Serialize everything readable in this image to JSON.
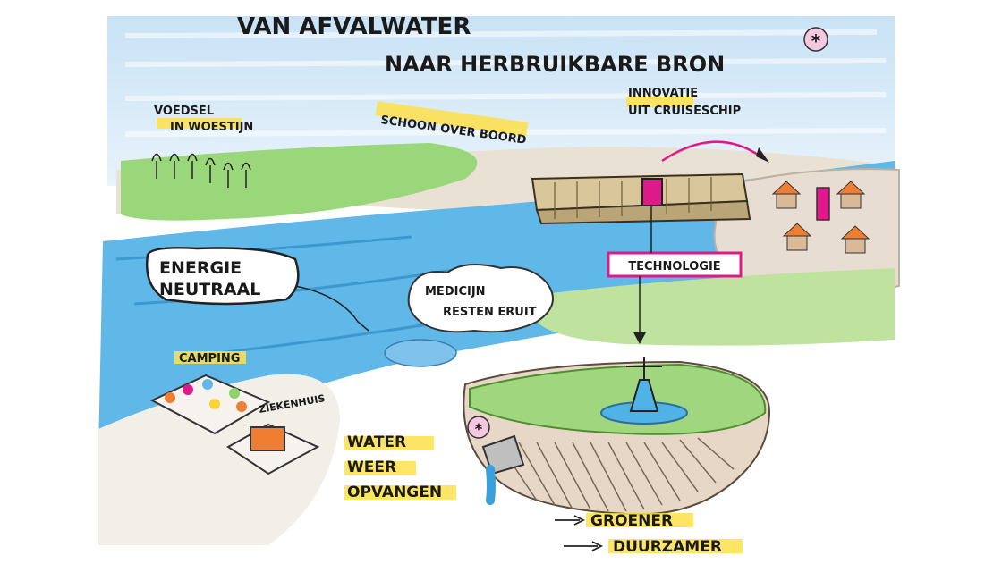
{
  "title": {
    "line1": "VAN AFVALWATER",
    "line2": "NAAR HERBRUIKBARE BRON",
    "asterisk": "*"
  },
  "labels": {
    "voedsel": [
      "VOEDSEL",
      "IN WOESTIJN"
    ],
    "schoon": "SCHOON OVER BOORD",
    "innovatie": [
      "INNOVATIE",
      "UIT CRUISESCHIP"
    ],
    "energie": [
      "ENERGIE",
      "NEUTRAAL"
    ],
    "medicijn": [
      "MEDICIJN",
      "RESTEN ERUIT"
    ],
    "technologie": "TECHNOLOGIE",
    "camping": "CAMPING",
    "ziekenhuis": "ZIEKENHUIS",
    "water": [
      "WATER",
      "WEER",
      "OPVANGEN"
    ],
    "marker": "*",
    "outcomes": [
      "GROENER",
      "DUURZAMER"
    ]
  },
  "colors": {
    "sky": "#cfe6f6",
    "water": "#5fb8e8",
    "grass": "#8fd16a",
    "sand": "#e6ded2",
    "highlight": "#ffe14a",
    "magenta": "#e0198a",
    "orange": "#ef7d32"
  }
}
